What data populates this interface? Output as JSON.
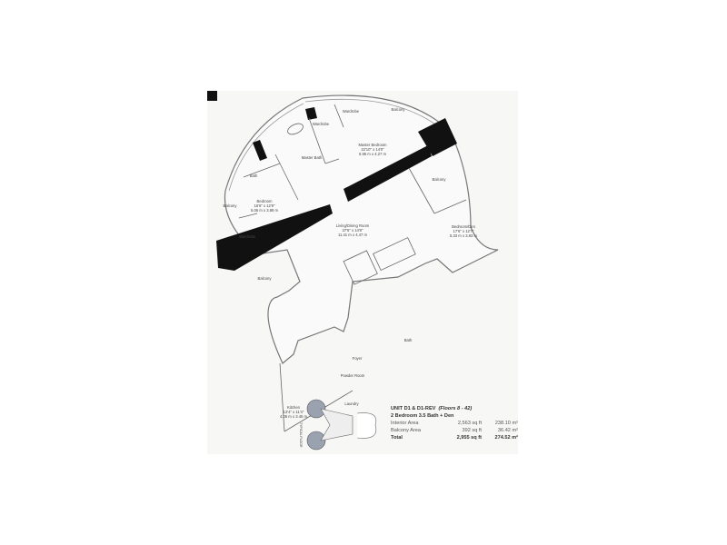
{
  "rooms": {
    "master_bedroom": {
      "name": "Master Bedroom",
      "imperial": "22'10\" x 14'0\"",
      "metric": "6.95 m x 4.27 m"
    },
    "bedroom": {
      "name": "Bedroom",
      "imperial": "16'6\" x 12'9\"",
      "metric": "5.06 m x 3.89 m"
    },
    "living": {
      "name": "Living/Dining Room",
      "imperial": "37'6\" x 14'8\"",
      "metric": "11.41 m x 4.47 m"
    },
    "den": {
      "name": "Bedroom/Den",
      "imperial": "17'6\" x 12'7\"",
      "metric": "5.33 m x 3.83 m"
    },
    "kitchen": {
      "name": "Kitchen",
      "imperial": "13'4\" x 11'4\"",
      "metric": "4.06 m x 3.45 m"
    },
    "master_bath": "Master Bath",
    "bath": "Bath",
    "bath2": "Bath",
    "wardrobe": "Wardrobe",
    "balcony": "Balcony",
    "foyer": "Foyer",
    "powder": "Powder Room",
    "laundry": "Laundry"
  },
  "unit": {
    "title": "UNIT D1 & D1-REV",
    "floors": "(Floors 8 - 42)",
    "subtitle": "2 Bedroom 3.5 Bath + Den",
    "rows": [
      {
        "label": "Interior Area",
        "sqft": "2,563 sq ft",
        "sqm": "238.10 m²"
      },
      {
        "label": "Balcony Area",
        "sqft": "392 sq ft",
        "sqm": "36.42 m²"
      },
      {
        "label": "Total",
        "sqft": "2,955 sq ft",
        "sqm": "274.52 m²"
      }
    ]
  },
  "keyplan_label": "TYPICAL FLOOR"
}
